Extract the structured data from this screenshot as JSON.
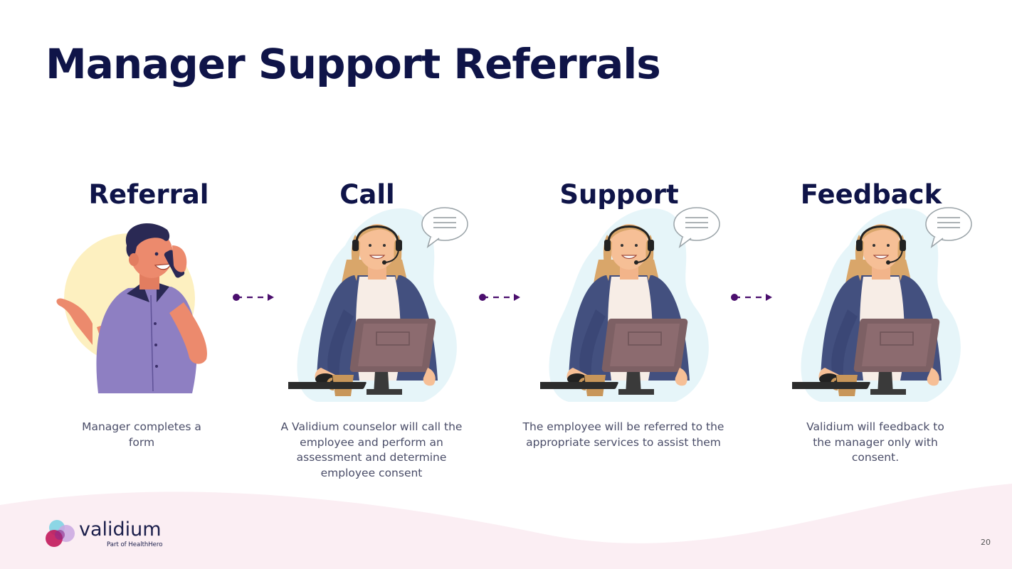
{
  "slide": {
    "title": "Manager Support Referrals",
    "page_number": "20"
  },
  "steps": [
    {
      "title": "Referral",
      "description": "Manager completes a form"
    },
    {
      "title": "Call",
      "description": "A Validium counselor will call the employee and perform an assessment and determine employee consent"
    },
    {
      "title": "Support",
      "description": "The employee will be referred to the appropriate services to assist them"
    },
    {
      "title": "Feedback",
      "description": "Validium will feedback to the manager only with consent."
    }
  ],
  "logo": {
    "name": "validium",
    "tagline": "Part of HealthHero"
  },
  "icons": [
    "manager-on-phone-illustration",
    "counselor-headset-illustration",
    "speech-bubble-icon",
    "dashed-arrow-icon"
  ],
  "colors": {
    "title": "#0f1448",
    "arrow": "#4b0f6e",
    "wave": "#fbeef3",
    "blob": "#e6f5f9",
    "sun": "#fdf0c0"
  }
}
